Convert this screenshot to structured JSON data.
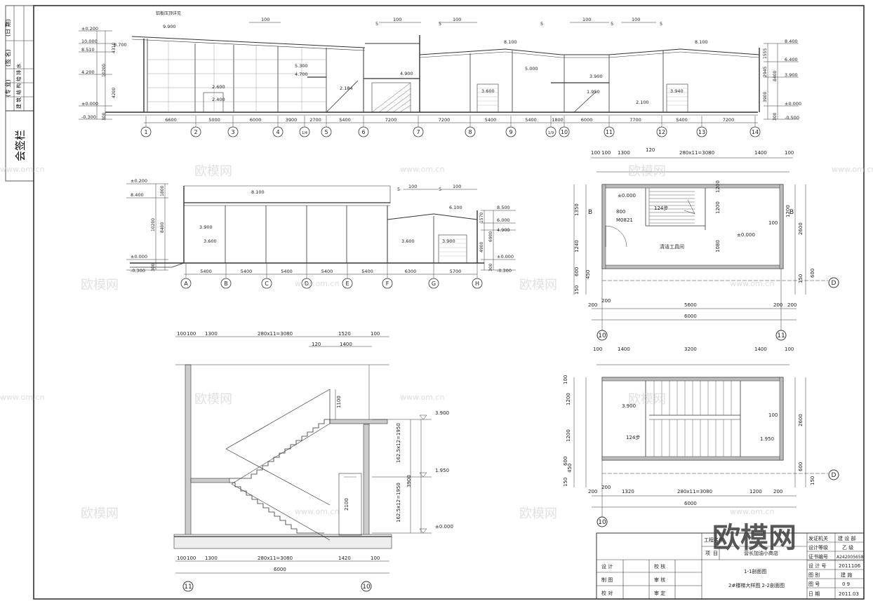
{
  "left_strip": {
    "headers": [
      "(专 业)",
      "(签 名)",
      "(日 期)"
    ],
    "rows": [
      "建 筑",
      "结 构",
      "给 排 水"
    ],
    "countersign": "会签栏"
  },
  "watermark": {
    "brand": "欧模网",
    "url": "www.om.cn"
  },
  "section_1_1": {
    "levels_left": [
      "±0.200",
      "10.000",
      "8.510",
      "4.200",
      "±0.000",
      "-0.300"
    ],
    "levels_right": [
      "8.400",
      "6.400",
      "3.900",
      "±0.000",
      "-0.500"
    ],
    "inner_levels": [
      "9.900",
      "8.700",
      "5.300",
      "4.700",
      "4.900",
      "2.600",
      "2.400",
      "2.184",
      "8.100",
      "5.000",
      "3.900",
      "1.950",
      "2.100",
      "3.600",
      "3.940",
      "8.100"
    ],
    "axes": [
      "1",
      "2",
      "3",
      "4",
      "1/4",
      "5",
      "6",
      "7",
      "8",
      "9",
      "1/9",
      "10",
      "11",
      "12",
      "13",
      "14"
    ],
    "spans": [
      "6600",
      "5000",
      "6000",
      "3900",
      "2700",
      "5400",
      "7200",
      "7200",
      "5400",
      "5400",
      "1800",
      "6000",
      "7700",
      "5400",
      "7200"
    ],
    "slopes": [
      "100",
      "5",
      "100",
      "5",
      "100",
      "5",
      "100",
      "5",
      "100",
      "5"
    ],
    "dims_left": [
      "4310",
      "10200",
      "4200",
      "300"
    ],
    "dims_right": [
      "1555",
      "2945",
      "8400",
      "3900",
      "300"
    ],
    "note": "铝板压顶详见"
  },
  "section_2_2": {
    "levels_left": [
      "±0.200",
      "8.400",
      "±0.000",
      "-0.300"
    ],
    "levels_right": [
      "8.500",
      "6.000",
      "4.900",
      "±0.000",
      "-0.300"
    ],
    "inner_levels": [
      "8.100",
      "6.100",
      "3.900",
      "3.600",
      "3.600",
      "3.900"
    ],
    "axes": [
      "A",
      "B",
      "C",
      "D",
      "E",
      "F",
      "G",
      "H"
    ],
    "spans": [
      "5400",
      "5400",
      "5400",
      "5400",
      "5400",
      "6300",
      "5700"
    ],
    "slopes": [
      "5",
      "100",
      "5",
      "100"
    ],
    "dims_left": [
      "1800",
      "10200",
      "8400",
      "300"
    ],
    "dims_right": [
      "1570",
      "4900",
      "6900",
      "300"
    ]
  },
  "stair_1_plan": {
    "top_dims": [
      "100",
      "100",
      "1300",
      "120",
      "280x11=3080",
      "1400",
      "100"
    ],
    "left_dims": [
      "1350",
      "1240",
      "600",
      "450",
      "150"
    ],
    "right_dims": [
      "100",
      "1200",
      "2600",
      "150",
      "600"
    ],
    "inner_dims": [
      "1200",
      "1200",
      "1080",
      "100",
      "100",
      "100"
    ],
    "labels": [
      "B",
      "B",
      "±0.000",
      "±0.000",
      "M0821",
      "800",
      "124步",
      "清洁工具间"
    ],
    "bottom_dims": [
      "200",
      "200",
      "5600",
      "200",
      "200",
      "6000"
    ],
    "axes": [
      "10",
      "11",
      "D"
    ]
  },
  "stair_2_plan": {
    "top_dims": [
      "100",
      "1400",
      "3200",
      "1400",
      "100"
    ],
    "left_dims": [
      "100",
      "1200",
      "1200",
      "600",
      "450",
      "150"
    ],
    "right_dims": [
      "2600",
      "600",
      "150"
    ],
    "labels": [
      "3.900",
      "1.950",
      "124步",
      "100"
    ],
    "bottom_dims": [
      "200",
      "200",
      "1320",
      "280x11=3080",
      "1200",
      "200",
      "6000"
    ],
    "axes": [
      "10",
      "D"
    ]
  },
  "stair_section": {
    "top_dims": [
      "100",
      "100",
      "1300",
      "280x11=3080",
      "1520",
      "100",
      "120",
      "1400"
    ],
    "bottom_dims": [
      "100",
      "100",
      "1300",
      "280x11=3080",
      "1420",
      "100",
      "6000"
    ],
    "right_dims": [
      "162.5x12=1950",
      "3900",
      "162.5x12=1950"
    ],
    "levels": [
      "3.900",
      "1.950",
      "±0.000"
    ],
    "rail_height": "1100",
    "door_height": "2100",
    "axes": [
      "11",
      "10"
    ]
  },
  "title_block": {
    "project_label": "工程名称",
    "item_label": "项",
    "item_label2": "目",
    "project_name": "营长加油小商店",
    "drawing_title_1": "1-1剖面图",
    "drawing_title_2": "2#楼梯大样图  2-2剖面图",
    "sign_rows": [
      [
        "设 计",
        "校 核"
      ],
      [
        "制 图",
        "审 核"
      ],
      [
        "校 对",
        "审 定"
      ]
    ],
    "info_rows": [
      [
        "设计等级",
        "乙 级"
      ],
      [
        "证书编号",
        "A242005658"
      ],
      [
        "设 计 号",
        "2011106"
      ],
      [
        "图    别",
        "建 施"
      ],
      [
        "图    号",
        "0 9"
      ],
      [
        "日    期",
        "2011.03"
      ]
    ],
    "dept": "建 设 部",
    "dept_label": "发证机关"
  },
  "logo_text": "欧模网"
}
